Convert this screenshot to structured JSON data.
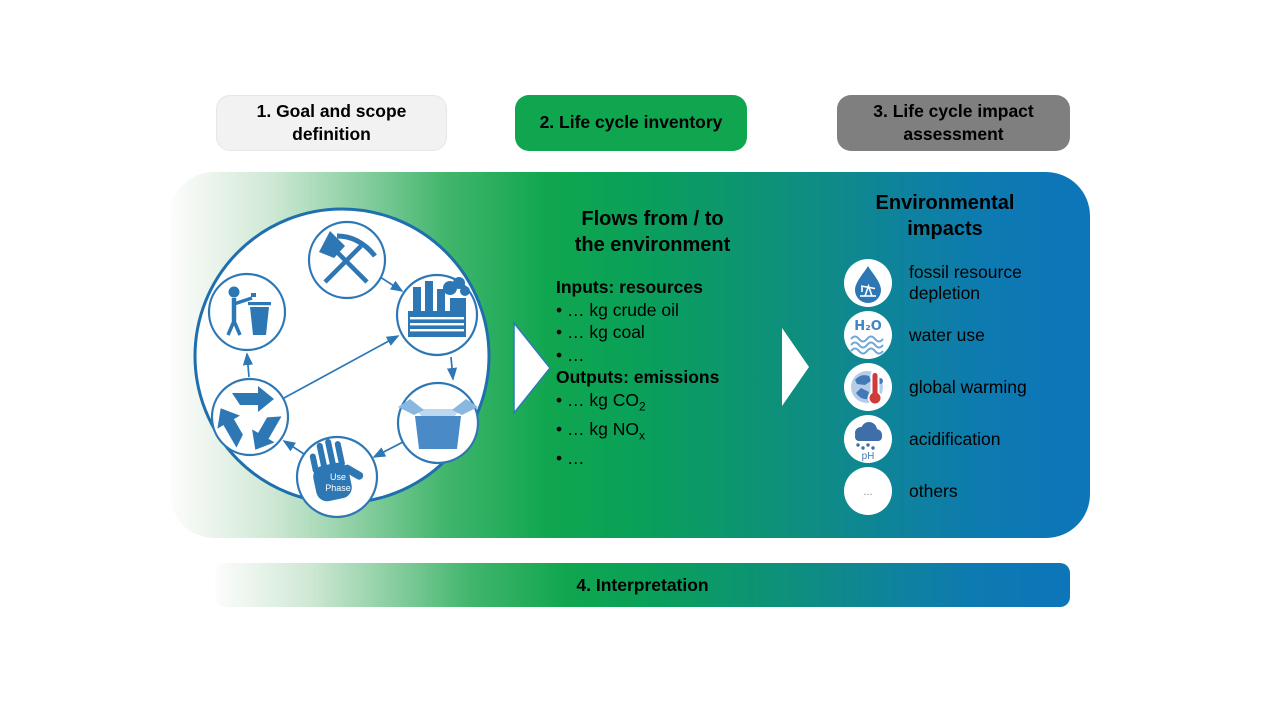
{
  "steps": [
    {
      "label": "1. Goal and scope definition"
    },
    {
      "label": "2. Life cycle inventory"
    },
    {
      "label": "3. Life cycle impact assessment"
    }
  ],
  "interpretation_label": "4. Interpretation",
  "flows": {
    "title1": "Flows from / to",
    "title2": "the environment",
    "inputs_heading": "Inputs: resources",
    "inputs": [
      "… kg crude oil",
      "… kg coal",
      "…"
    ],
    "outputs_heading": "Outputs: emissions",
    "outputs": [
      {
        "text": "… kg CO",
        "sub": "2"
      },
      {
        "text": "… kg NO",
        "sub": "x"
      },
      {
        "text": "…",
        "sub": ""
      }
    ]
  },
  "impacts": {
    "title1": "Environmental",
    "title2": "impacts",
    "items": [
      {
        "icon": "oil-drop-pump-icon",
        "label": "fossil resource depletion"
      },
      {
        "icon": "water-h2o-icon",
        "label": "water use"
      },
      {
        "icon": "globe-thermometer-icon",
        "label": "global warming"
      },
      {
        "icon": "acid-rain-cloud-icon",
        "label": "acidification"
      },
      {
        "icon": "ellipsis-icon",
        "label": "others"
      }
    ],
    "water_icon_text": "H₂O",
    "acid_icon_text": "pH",
    "others_icon_text": "..."
  },
  "life_cycle": {
    "stage_icons": [
      "pickaxe-shovel-icon",
      "factory-icon",
      "open-box-icon",
      "hand-use-phase-icon",
      "recycling-arrows-icon",
      "person-trash-bin-icon"
    ],
    "use_phase_line1": "Use",
    "use_phase_line2": "Phase"
  },
  "colors": {
    "green": "#10a64f",
    "blue": "#0d76b8",
    "teal": "#0f8b86",
    "step1_bg": "#f2f2f2",
    "step3_bg": "#7f7f7f",
    "diagram_blue": "#2d77b5"
  }
}
